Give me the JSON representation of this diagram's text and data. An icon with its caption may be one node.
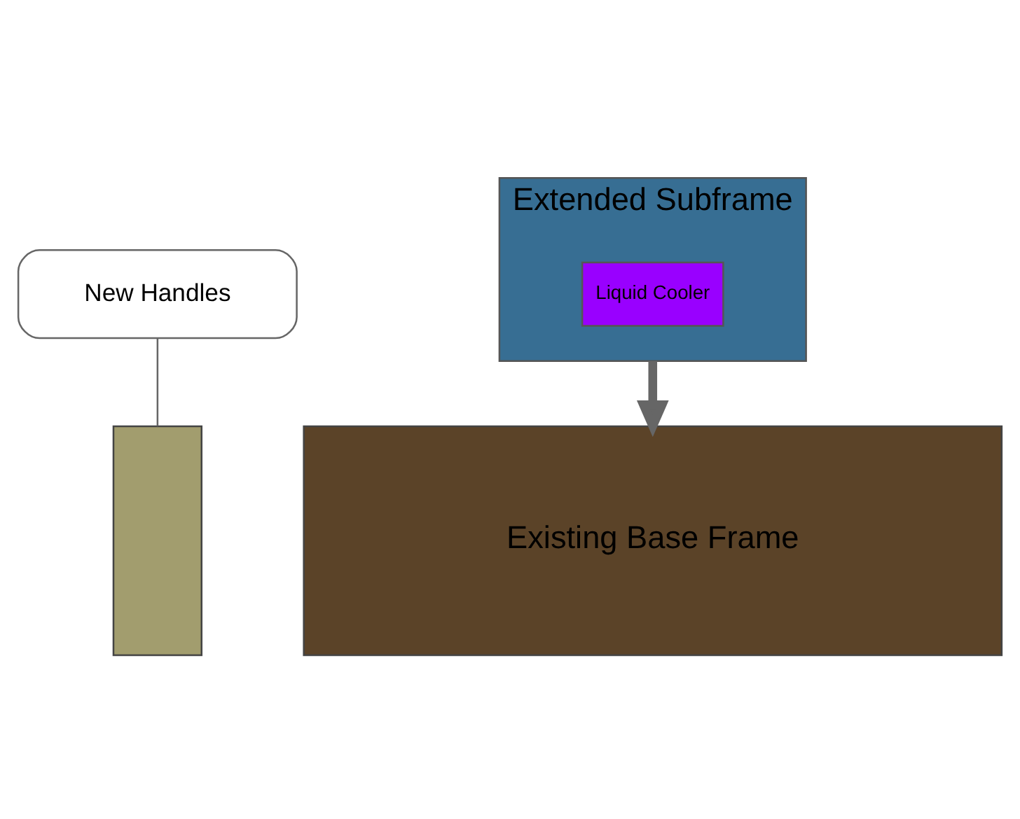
{
  "diagram": {
    "nodes": [
      {
        "text": [
          "Extended Subframe"
        ]
      },
      {
        "text": [
          "Liquid Cooler"
        ],
        "in": 0
      },
      {
        "text": [],
        "shape": "box"
      },
      {
        "text": [
          "Existing Base Frame"
        ]
      },
      {
        "text": [
          "New Handles"
        ]
      }
    ],
    "edges": [
      {
        "from": 0,
        "to": 3,
        "arrow": "to",
        "style": "thick"
      },
      {
        "from": 4,
        "to": 2,
        "arrow": "none"
      }
    ]
  }
}
